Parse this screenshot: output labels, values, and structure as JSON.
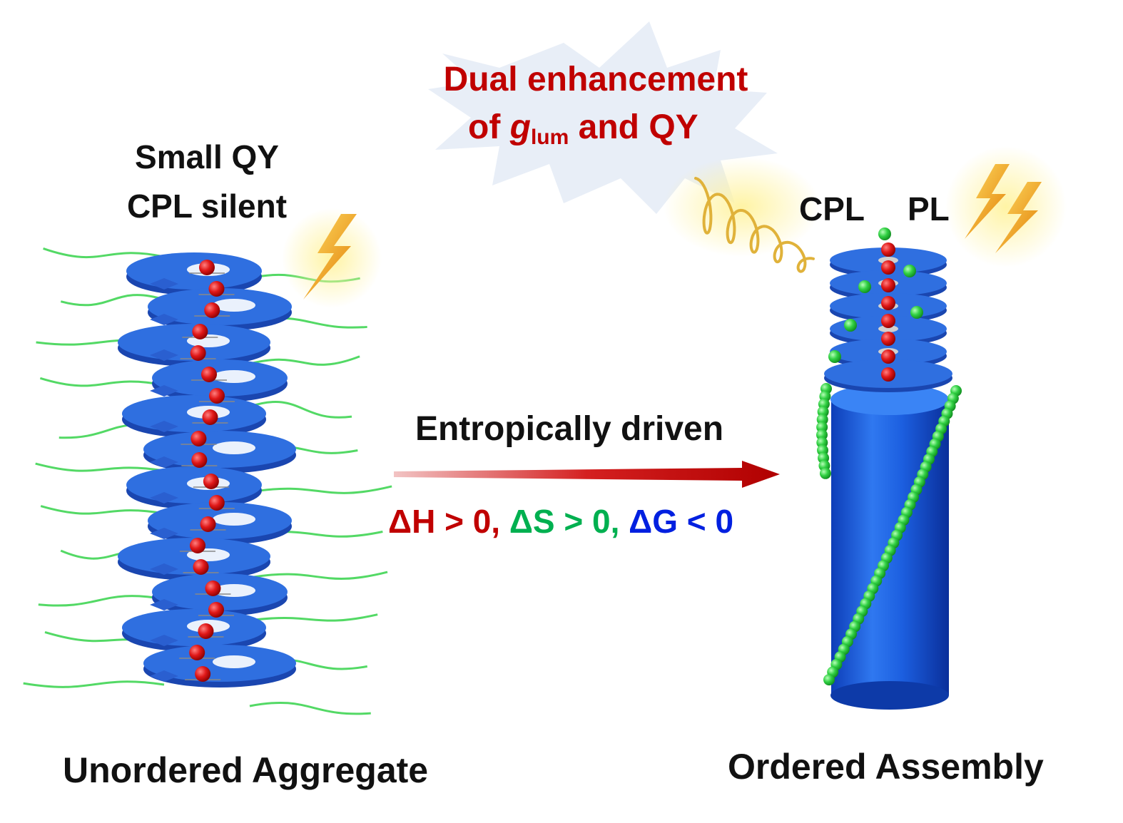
{
  "left": {
    "line1": "Small QY",
    "line2": "CPL silent",
    "caption": "Unordered Aggregate"
  },
  "right": {
    "cpl_label": "CPL",
    "pl_label": "PL",
    "caption": "Ordered Assembly"
  },
  "burst": {
    "line1": "Dual enhancement",
    "line2_prefix": "of ",
    "g_symbol": "g",
    "g_subscript": "lum",
    "line2_suffix": " and QY"
  },
  "process": {
    "label": "Entropically driven",
    "dh": "ΔH > 0,",
    "ds": "ΔS > 0,",
    "dg": "ΔG < 0"
  },
  "colors": {
    "text": "#111111",
    "burst_text": "#c00000",
    "arrow": "#c00000",
    "enthalpy": "#c00000",
    "entropy": "#00b050",
    "gibbs": "#0020e0",
    "disc": "#2f6fe0",
    "cylinder": "#1e5fe0",
    "core_bead": "#d8121a",
    "chain": "#35d24a",
    "flash": "#ffb800"
  }
}
